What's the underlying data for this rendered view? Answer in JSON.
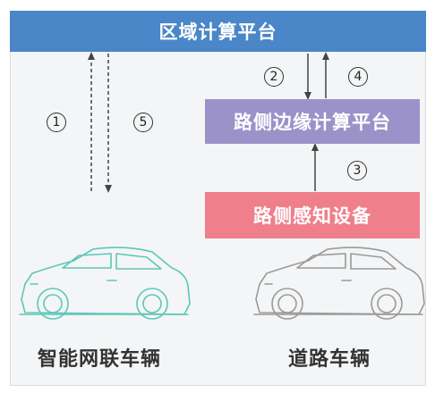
{
  "regional_platform": "区域计算平台",
  "edge_platform": "路侧边缘计算平台",
  "roadside_devices": "路侧感知设备",
  "steps": [
    "1",
    "2",
    "3",
    "4",
    "5"
  ],
  "cars": {
    "connected_vehicle": "智能网联车辆",
    "road_vehicle": "道路车辆"
  },
  "colors": {
    "regional": "#4a86c8",
    "edge": "#9b92c9",
    "devices": "#ef7f8b",
    "connected_car_outline": "#5cc7b8",
    "road_car_outline": "#9a9a9a"
  }
}
